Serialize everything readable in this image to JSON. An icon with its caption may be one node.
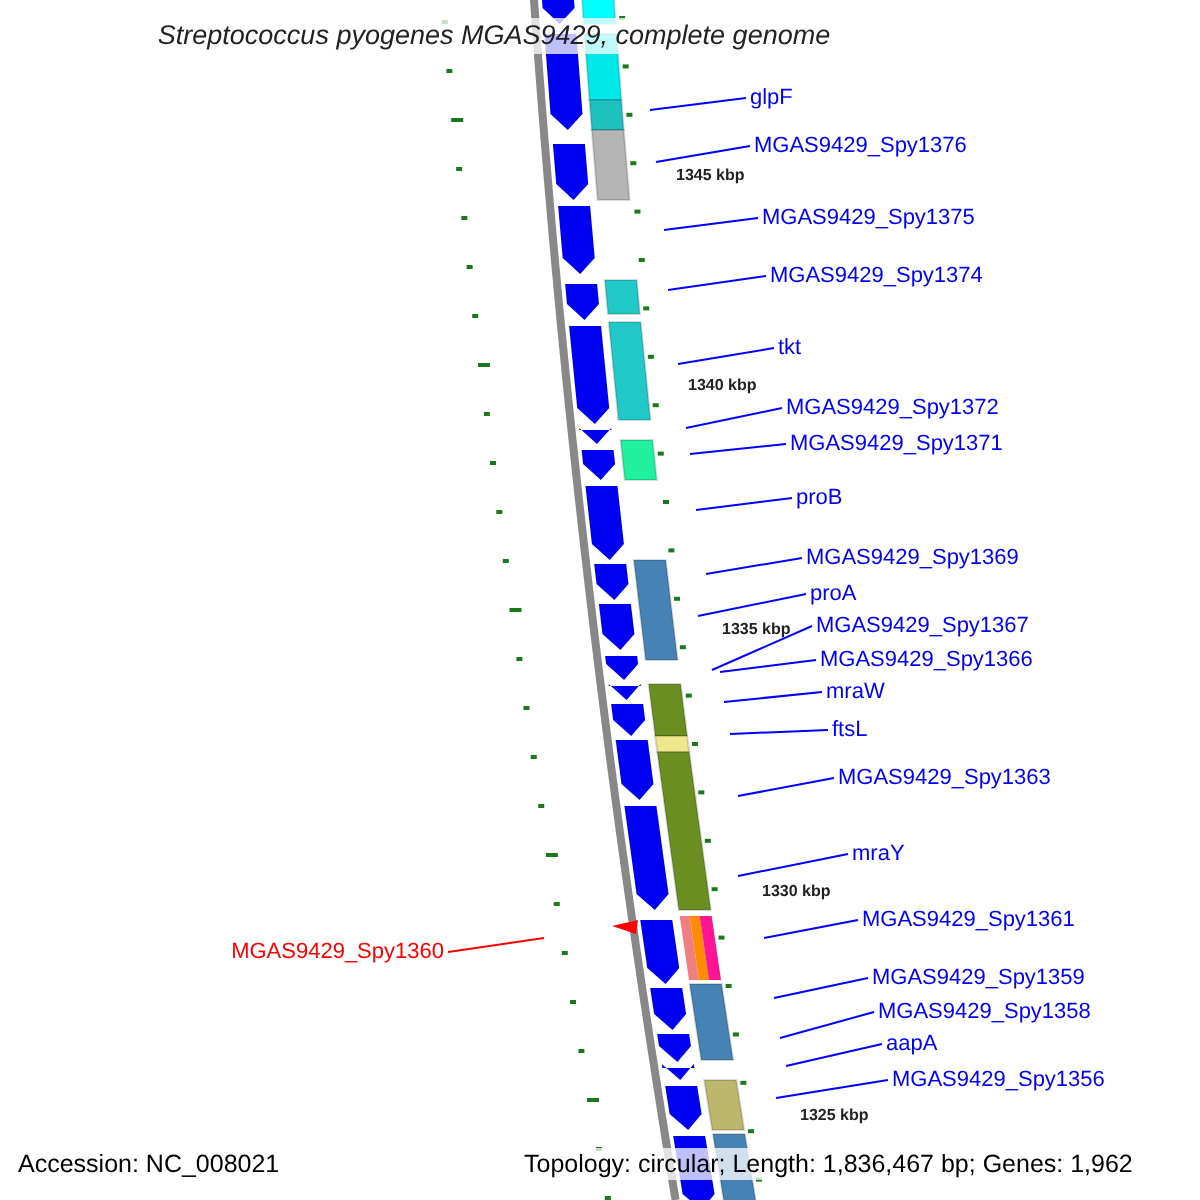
{
  "diagram": {
    "title": "Streptococcus pyogenes MGAS9429, complete genome",
    "nodes": [
      {
        "text": [
          "glpF"
        ]
      },
      {
        "text": [
          "MGAS9429_Spy1376"
        ]
      },
      {
        "text": [
          "MGAS9429_Spy1375"
        ]
      },
      {
        "text": [
          "MGAS9429_Spy1374"
        ]
      },
      {
        "text": [
          "tkt"
        ]
      },
      {
        "text": [
          "MGAS9429_Spy1372"
        ]
      },
      {
        "text": [
          "MGAS9429_Spy1371"
        ]
      },
      {
        "text": [
          "proB"
        ]
      },
      {
        "text": [
          "MGAS9429_Spy1369"
        ]
      },
      {
        "text": [
          "proA"
        ]
      },
      {
        "text": [
          "MGAS9429_Spy1367"
        ]
      },
      {
        "text": [
          "MGAS9429_Spy1366"
        ]
      },
      {
        "text": [
          "mraW"
        ]
      },
      {
        "text": [
          "ftsL"
        ]
      },
      {
        "text": [
          "MGAS9429_Spy1363"
        ]
      },
      {
        "text": [
          "mraY"
        ]
      },
      {
        "text": [
          "MGAS9429_Spy1361"
        ]
      },
      {
        "text": [
          "MGAS9429_Spy1360"
        ]
      },
      {
        "text": [
          "MGAS9429_Spy1359"
        ]
      },
      {
        "text": [
          "MGAS9429_Spy1358"
        ]
      },
      {
        "text": [
          "aapA"
        ]
      },
      {
        "text": [
          "MGAS9429_Spy1356"
        ]
      }
    ],
    "edges": [
      {
        "from": 0,
        "to": null,
        "arrow": "none"
      },
      {
        "from": 1,
        "to": null,
        "arrow": "none"
      },
      {
        "from": 2,
        "to": null,
        "arrow": "none"
      },
      {
        "from": 3,
        "to": null,
        "arrow": "none"
      },
      {
        "from": 4,
        "to": null,
        "arrow": "none"
      },
      {
        "from": 5,
        "to": null,
        "arrow": "none"
      },
      {
        "from": 6,
        "to": null,
        "arrow": "none"
      },
      {
        "from": 7,
        "to": null,
        "arrow": "none"
      },
      {
        "from": 8,
        "to": null,
        "arrow": "none"
      },
      {
        "from": 9,
        "to": null,
        "arrow": "none"
      },
      {
        "from": 10,
        "to": null,
        "arrow": "none"
      },
      {
        "from": 11,
        "to": null,
        "arrow": "none"
      },
      {
        "from": 12,
        "to": null,
        "arrow": "none"
      },
      {
        "from": 13,
        "to": null,
        "arrow": "none"
      },
      {
        "from": 14,
        "to": null,
        "arrow": "none"
      },
      {
        "from": 15,
        "to": null,
        "arrow": "none"
      },
      {
        "from": 16,
        "to": null,
        "arrow": "none"
      },
      {
        "from": 17,
        "to": null,
        "arrow": "none",
        "color": "#ff0000"
      },
      {
        "from": 18,
        "to": null,
        "arrow": "none"
      },
      {
        "from": 19,
        "to": null,
        "arrow": "none"
      },
      {
        "from": 20,
        "to": null,
        "arrow": "none"
      },
      {
        "from": 21,
        "to": null,
        "arrow": "none"
      }
    ],
    "labels": [
      "1345 kbp",
      "1340 kbp",
      "1335 kbp",
      "1330 kbp",
      "1325 kbp",
      "Accession: NC_008021",
      "Topology: circular; Length: 1,836,467 bp; Genes: 1,962"
    ]
  }
}
